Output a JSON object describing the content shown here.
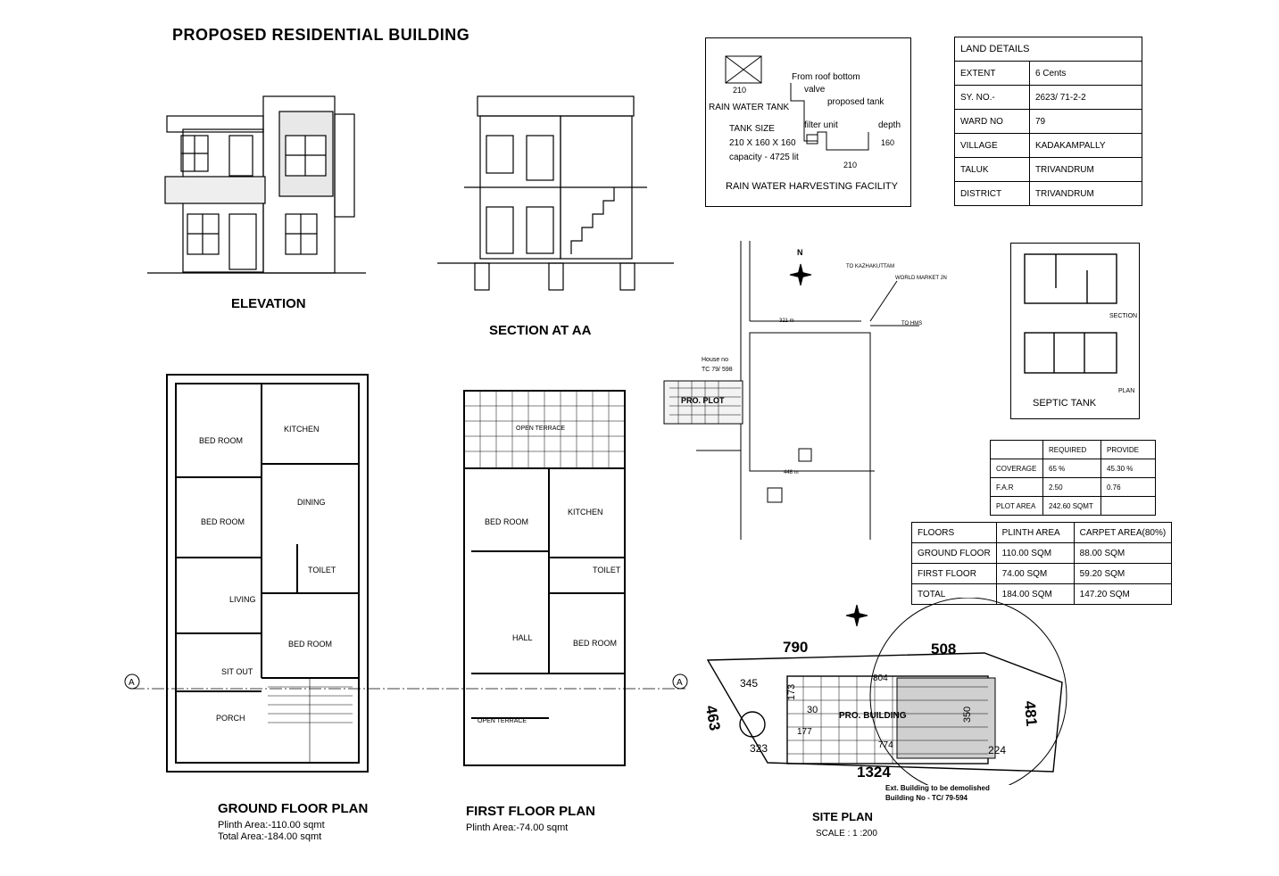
{
  "title": "PROPOSED  RESIDENTIAL BUILDING",
  "labels": {
    "elevation": "ELEVATION",
    "section": "SECTION AT AA",
    "ground_floor": "GROUND FLOOR PLAN",
    "ground_plinth": "Plinth Area:-110.00 sqmt",
    "ground_total": "Total Area:-184.00 sqmt",
    "first_floor": "FIRST FLOOR PLAN",
    "first_plinth": "Plinth Area:-74.00 sqmt",
    "site_plan": "SITE PLAN",
    "scale": "SCALE : 1 :200",
    "septic_tank": "SEPTIC TANK",
    "septic_section": "SECTION",
    "septic_plan": "PLAN"
  },
  "rainwater": {
    "tank_label": "RAIN WATER TANK",
    "tank_size": "TANK SIZE",
    "dims": "210 X 160 X 160",
    "capacity": "capacity - 4725 lit",
    "facility": "RAIN WATER HARVESTING FACILITY",
    "from_roof": "From roof bottom",
    "valve": "valve",
    "proposed_tank": "proposed tank",
    "filter": "filter unit",
    "depth": "depth",
    "dim_210": "210",
    "dim_160": "160"
  },
  "land_details": {
    "header": "LAND DETAILS",
    "rows": [
      {
        "k": "EXTENT",
        "v": "6 Cents"
      },
      {
        "k": "SY. NO.-",
        "v": "2623/ 71-2-2"
      },
      {
        "k": "WARD NO",
        "v": "79"
      },
      {
        "k": "VILLAGE",
        "v": "KADAKAMPALLY"
      },
      {
        "k": "TALUK",
        "v": "TRIVANDRUM"
      },
      {
        "k": "DISTRICT",
        "v": "TRIVANDRUM"
      }
    ]
  },
  "coverage": {
    "headers": [
      "",
      "REQUIRED",
      "PROVIDE"
    ],
    "rows": [
      [
        "COVERAGE",
        "65 %",
        "45.30 %"
      ],
      [
        "F.A.R",
        "2.50",
        "0.76"
      ],
      [
        "PLOT AREA",
        "242.60 SQMT",
        ""
      ]
    ]
  },
  "areas": {
    "headers": [
      "FLOORS",
      "PLINTH AREA",
      "CARPET AREA(80%)"
    ],
    "rows": [
      [
        "GROUND FLOOR",
        "110.00 SQM",
        "88.00 SQM"
      ],
      [
        "FIRST FLOOR",
        "74.00 SQM",
        "59.20 SQM"
      ],
      [
        "TOTAL",
        "184.00 SQM",
        "147.20 SQM"
      ]
    ]
  },
  "rooms": {
    "bed_room": "BED ROOM",
    "kitchen": "KITCHEN",
    "dining": "DINING",
    "toilet": "TOILET",
    "living": "LIVING",
    "sit_out": "SIT OUT",
    "porch": "PORCH",
    "hall": "HALL",
    "open_terrace": "OPEN TERRACE"
  },
  "site": {
    "top": "790",
    "right_top": "508",
    "left": "463",
    "right": "481",
    "bottom": "1324",
    "n345": "345",
    "n323": "323",
    "n804": "804",
    "n774": "774",
    "n224": "224",
    "n30": "30",
    "n177": "177",
    "n173": "173",
    "n350": "350",
    "pro_building": "PRO. BUILDING",
    "ext_note1": "Ext. Building to be demolished",
    "ext_note2": "Building No - TC/ 79-594"
  },
  "location": {
    "pro_plot": "PRO. PLOT",
    "house": "House no",
    "house_no": "TC 79/ 598",
    "to_kazhakuttam": "TO KAZHAKUTTAM",
    "world_market": "WORLD MARKET JN",
    "to_road": "TO HMS",
    "n321": "321 m",
    "n448": "448 m",
    "compass": "N"
  }
}
